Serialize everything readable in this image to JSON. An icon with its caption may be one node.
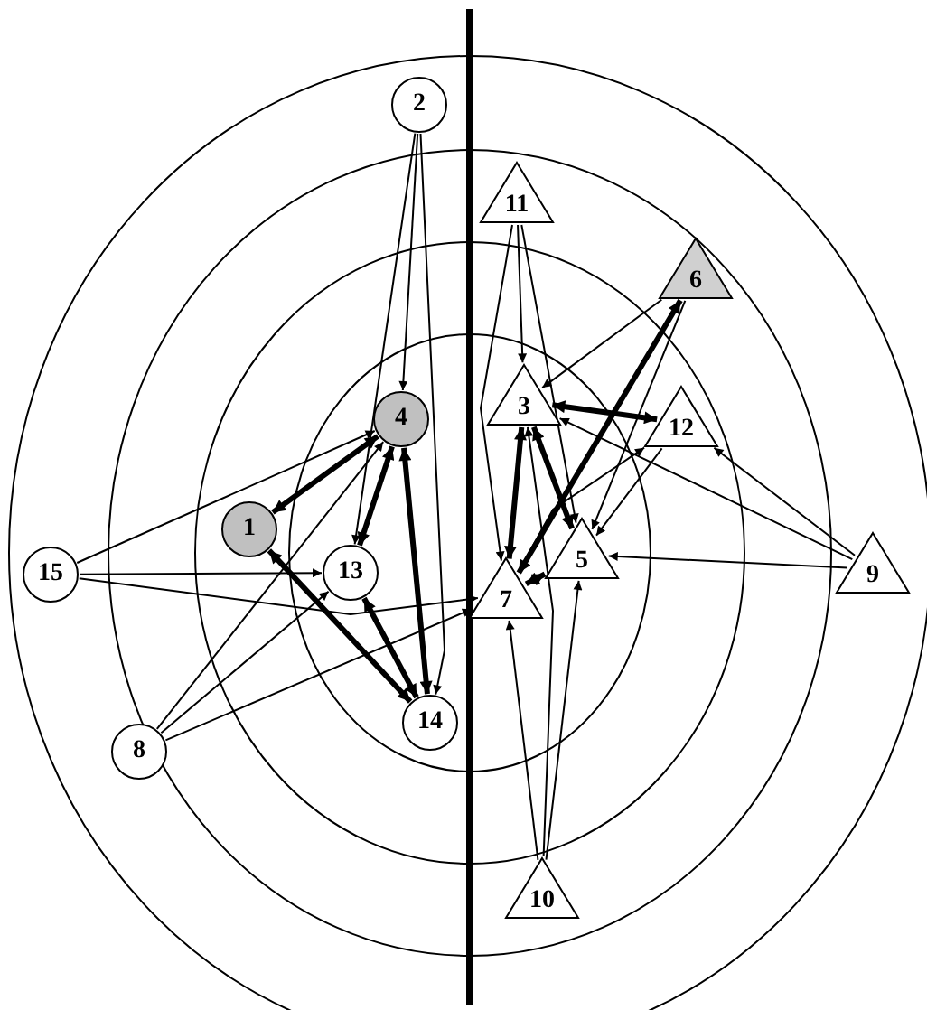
{
  "diagram": {
    "nodes": [
      {
        "text": [
          "1"
        ]
      },
      {
        "text": [
          "2"
        ]
      },
      {
        "text": [
          "3"
        ]
      },
      {
        "text": [
          "4"
        ]
      },
      {
        "text": [
          "5"
        ]
      },
      {
        "text": [
          "6"
        ]
      },
      {
        "text": [
          "7"
        ]
      },
      {
        "text": [
          "8"
        ]
      },
      {
        "text": [
          "9"
        ]
      },
      {
        "text": [
          "10"
        ]
      },
      {
        "text": [
          "11"
        ]
      },
      {
        "text": [
          "12"
        ]
      },
      {
        "text": [
          "13"
        ]
      },
      {
        "text": [
          "14"
        ]
      },
      {
        "text": [
          "15"
        ]
      }
    ],
    "edges": [
      {
        "from": 1,
        "to": 3,
        "arrow": "to"
      },
      {
        "from": 1,
        "to": 12,
        "arrow": "to"
      },
      {
        "from": 1,
        "to": 13,
        "arrow": "to"
      },
      {
        "from": 14,
        "to": 3,
        "arrow": "to"
      },
      {
        "from": 14,
        "to": 12,
        "arrow": "to"
      },
      {
        "from": 14,
        "to": 6,
        "arrow": "to"
      },
      {
        "from": 0,
        "to": 3,
        "arrow": "both",
        "style": "thick"
      },
      {
        "from": 12,
        "to": 3,
        "arrow": "both",
        "style": "thick"
      },
      {
        "from": 13,
        "to": 3,
        "arrow": "both",
        "style": "thick"
      },
      {
        "from": 0,
        "to": 13,
        "arrow": "both",
        "style": "thick"
      },
      {
        "from": 12,
        "to": 13,
        "arrow": "both",
        "style": "thick"
      },
      {
        "from": 7,
        "to": 3,
        "arrow": "to"
      },
      {
        "from": 7,
        "to": 12,
        "arrow": "to"
      },
      {
        "from": 7,
        "to": 6,
        "arrow": "to"
      },
      {
        "from": 10,
        "to": 2,
        "arrow": "to"
      },
      {
        "from": 10,
        "to": 6,
        "arrow": "to"
      },
      {
        "from": 10,
        "to": 4,
        "arrow": "to"
      },
      {
        "from": 5,
        "to": 2,
        "arrow": "to"
      },
      {
        "from": 5,
        "to": 6,
        "arrow": "both",
        "style": "thick"
      },
      {
        "from": 5,
        "to": 4,
        "arrow": "to"
      },
      {
        "from": 2,
        "to": 11,
        "arrow": "both",
        "style": "thick"
      },
      {
        "from": 2,
        "to": 6,
        "arrow": "both",
        "style": "thick"
      },
      {
        "from": 2,
        "to": 4,
        "arrow": "both",
        "style": "thick"
      },
      {
        "from": 9,
        "to": 2,
        "arrow": "to"
      },
      {
        "from": 9,
        "to": 4,
        "arrow": "to"
      },
      {
        "from": 9,
        "to": 6,
        "arrow": "to"
      },
      {
        "from": 8,
        "to": 2,
        "arrow": "to"
      },
      {
        "from": 8,
        "to": 11,
        "arrow": "to"
      },
      {
        "from": 8,
        "to": 4,
        "arrow": "to"
      },
      {
        "from": 6,
        "to": 4,
        "arrow": "both",
        "style": "thick"
      },
      {
        "from": 6,
        "to": 11,
        "arrow": "to"
      },
      {
        "from": 11,
        "to": 4,
        "arrow": "to"
      }
    ]
  }
}
